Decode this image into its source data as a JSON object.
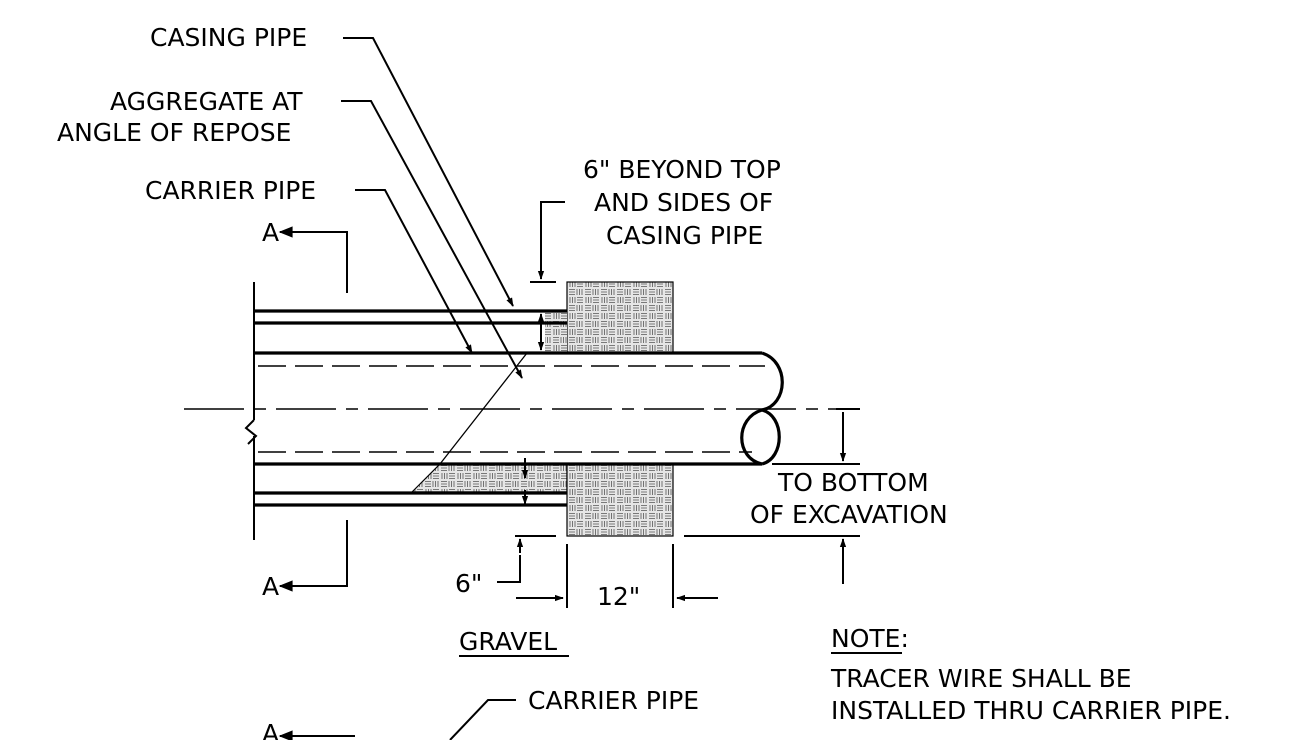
{
  "labels": {
    "casing_pipe": "CASING PIPE",
    "aggregate_line1": "AGGREGATE AT",
    "aggregate_line2": "ANGLE OF REPOSE",
    "carrier_pipe": "CARRIER PIPE",
    "beyond_line1": "6\" BEYOND TOP",
    "beyond_line2": "AND SIDES OF",
    "beyond_line3": "CASING PIPE",
    "section_mark": "A",
    "bottom_line1": "TO BOTTOM",
    "bottom_line2": "OF EXCAVATION",
    "dim_6": "6\"",
    "dim_12": "12\"",
    "gravel": "GRAVEL",
    "note_heading": "NOTE:",
    "note_line1": "TRACER WIRE SHALL BE",
    "note_line2": "INSTALLED THRU CARRIER PIPE.",
    "carrier_pipe_lower": "CARRIER PIPE"
  },
  "colors": {
    "ink": "#000000",
    "gravel_fill": "#e6e6e6",
    "background": "#ffffff"
  }
}
